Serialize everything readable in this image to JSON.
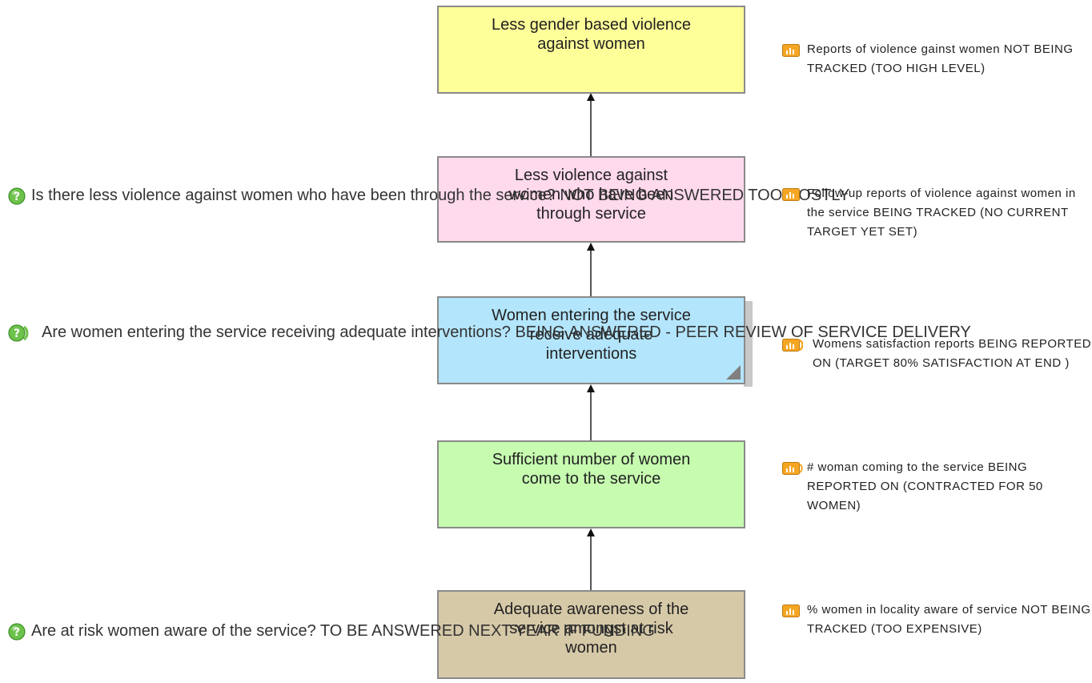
{
  "outcomes": [
    {
      "id": "b1",
      "text": "Less gender based violence against women",
      "lines": [
        "Less gender based violence",
        "against women"
      ],
      "color": "#ffff99"
    },
    {
      "id": "b2",
      "text": "Less violence against women who have been through service",
      "lines": [
        "Less violence against",
        "women who have been",
        "through service"
      ],
      "color": "#ffd9ec"
    },
    {
      "id": "b3",
      "text": "Women entering the service receive adequate interventions",
      "lines": [
        "Women entering the service",
        "receive adequate",
        "interventions"
      ],
      "color": "#b3e5fc"
    },
    {
      "id": "b4",
      "text": "Sufficient number of women come to the service",
      "lines": [
        "Sufficient number of women",
        "come to the service"
      ],
      "color": "#c6fbb0"
    },
    {
      "id": "b5",
      "text": "Adequate awareness of the service amongst at risk women",
      "lines": [
        "Adequate awareness of the",
        "service amongst at risk",
        "women"
      ],
      "color": "#d6c9a8"
    }
  ],
  "questions": [
    {
      "icon": "question-icon",
      "lines": [
        "Is there less violence against",
        "women who have been through",
        "the service? NOT BEING",
        "ANSWERED TOO COSTLY"
      ]
    },
    {
      "icon": "question-icon",
      "lines": [
        "Are women entering the service",
        "receiving adequate",
        "interventions? BEING",
        "ANSWERED - PEER REVIEW OF",
        "SERVICE DELIVERY"
      ]
    },
    {
      "icon": "question-icon",
      "lines": [
        "Are at risk women aware of the",
        "service? TO BE ANSWERED",
        "NEXT YEAR IF FUNDING"
      ]
    }
  ],
  "indicators": [
    {
      "icon": "indicator-icon",
      "lines": [
        "Reports of violence gainst women",
        "NOT BEING TRACKED (TOO",
        "HIGH LEVEL)"
      ]
    },
    {
      "icon": "indicator-icon",
      "lines": [
        "Follow-up reports of violence",
        "against women in the service",
        "BEING TRACKED (NO",
        "CURRENT TARGET YET SET)"
      ]
    },
    {
      "icon": "indicator-icon",
      "lines": [
        "Womens satisfaction reports BEING",
        "REPORTED ON (TARGET 80%",
        "SATISFACTION AT END )"
      ]
    },
    {
      "icon": "indicator-icon",
      "lines": [
        "# woman coming to the service",
        "BEING REPORTED ON",
        "(CONTRACTED FOR 50 WOMEN)"
      ]
    },
    {
      "icon": "indicator-icon",
      "lines": [
        "% women in locality aware of",
        "service NOT BEING TRACKED",
        "(TOO EXPENSIVE)"
      ]
    }
  ],
  "colors": {
    "connector": "#555555",
    "question_icon": "#6cc24a",
    "indicator_icon": "#f5a623"
  }
}
